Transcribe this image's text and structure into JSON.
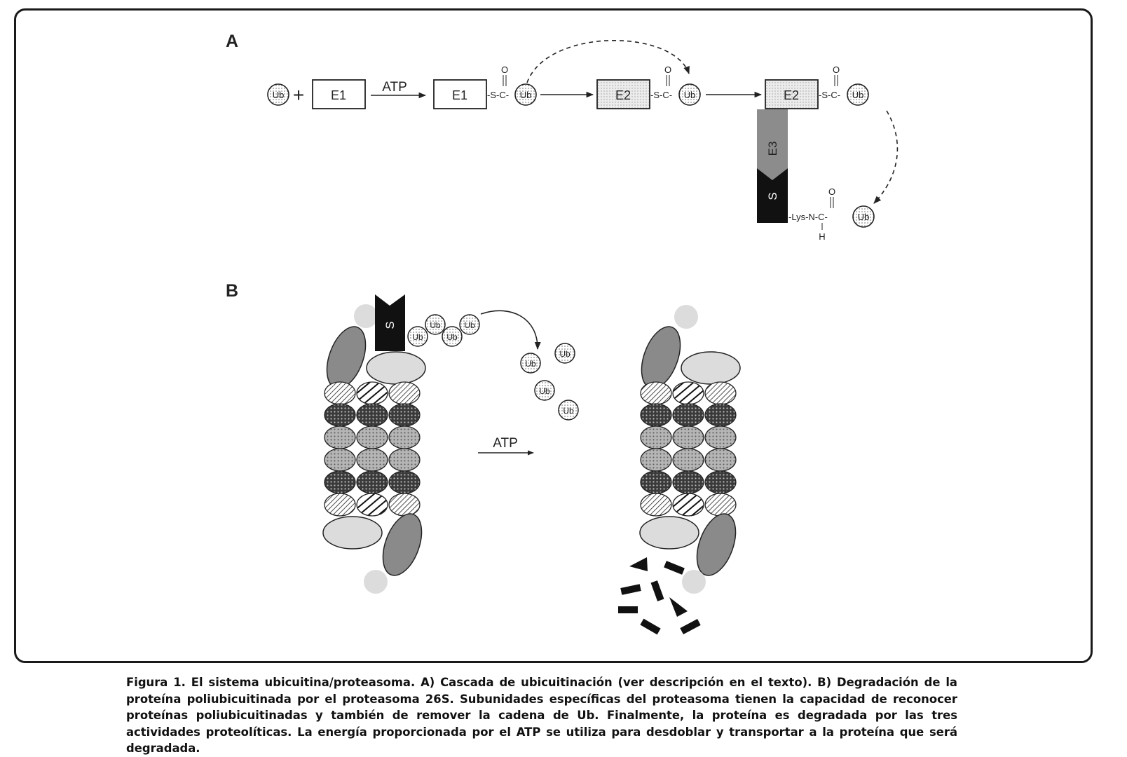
{
  "panel_a": {
    "label": "A",
    "ub": "Ub",
    "plus": "+",
    "atp": "ATP",
    "e1": "E1",
    "e2": "E2",
    "e3": "E3",
    "s": "S",
    "thioester_link": "-S-C-",
    "carbonyl_o": "O",
    "amide_link": "-Lys-N-C-",
    "amide_h": "H"
  },
  "panel_b": {
    "label": "B",
    "ub": "Ub",
    "s": "S",
    "atp": "ATP"
  },
  "caption": "Figura 1. El sistema ubicuitina/proteasoma. A) Cascada de ubicuitinación (ver descripción en el texto). B) Degradación de la proteína poliubicuitinada por el proteasoma 26S. Subunidades específicas del proteasoma tienen la capacidad de reconocer proteínas poliubicuitinadas y también de remover la cadena de Ub. Finalmente, la proteína es degradada por las tres actividades proteolíticas. La energía proporcionada por el ATP se utiliza para desdoblar y transportar a la proteína que será degradada."
}
